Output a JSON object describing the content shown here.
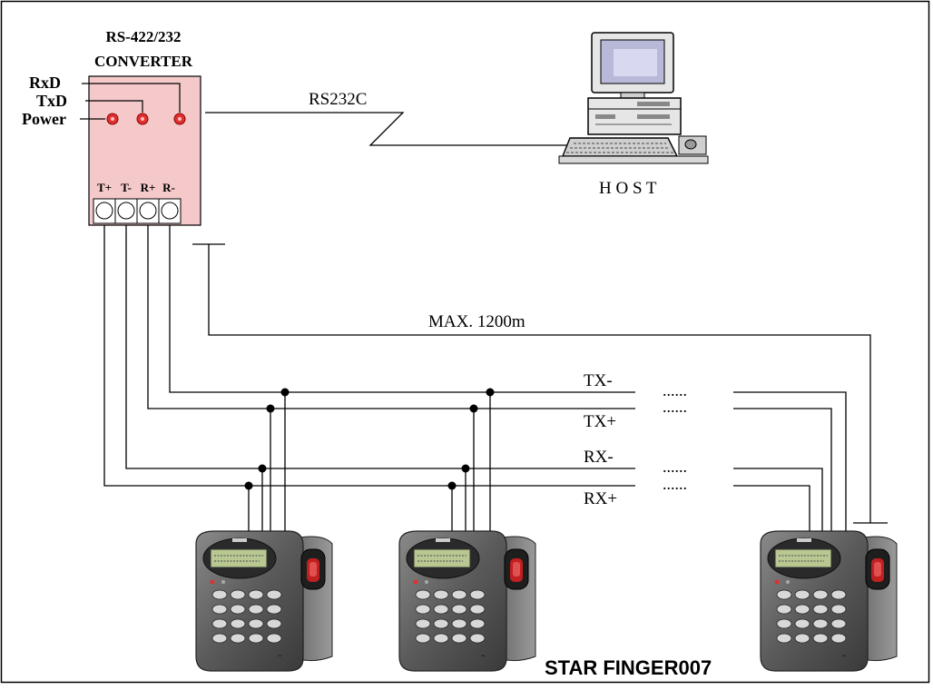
{
  "converter": {
    "title_line1": "RS-422/232",
    "title_line2": "CONVERTER",
    "leds": [
      "RxD",
      "TxD",
      "Power"
    ],
    "terminals": [
      "T+",
      "T-",
      "R+",
      "R-"
    ],
    "box_color": "#f5c9c9",
    "led_color": "#e03030"
  },
  "link": {
    "label": "RS232C"
  },
  "host": {
    "label": "H O S T"
  },
  "distance": {
    "label": "MAX. 1200m"
  },
  "bus": {
    "lines": [
      "TX-",
      "TX+",
      "RX-",
      "RX+"
    ],
    "continuation": "......"
  },
  "terminals_group": {
    "label": "STAR FINGER007",
    "count": 3
  }
}
